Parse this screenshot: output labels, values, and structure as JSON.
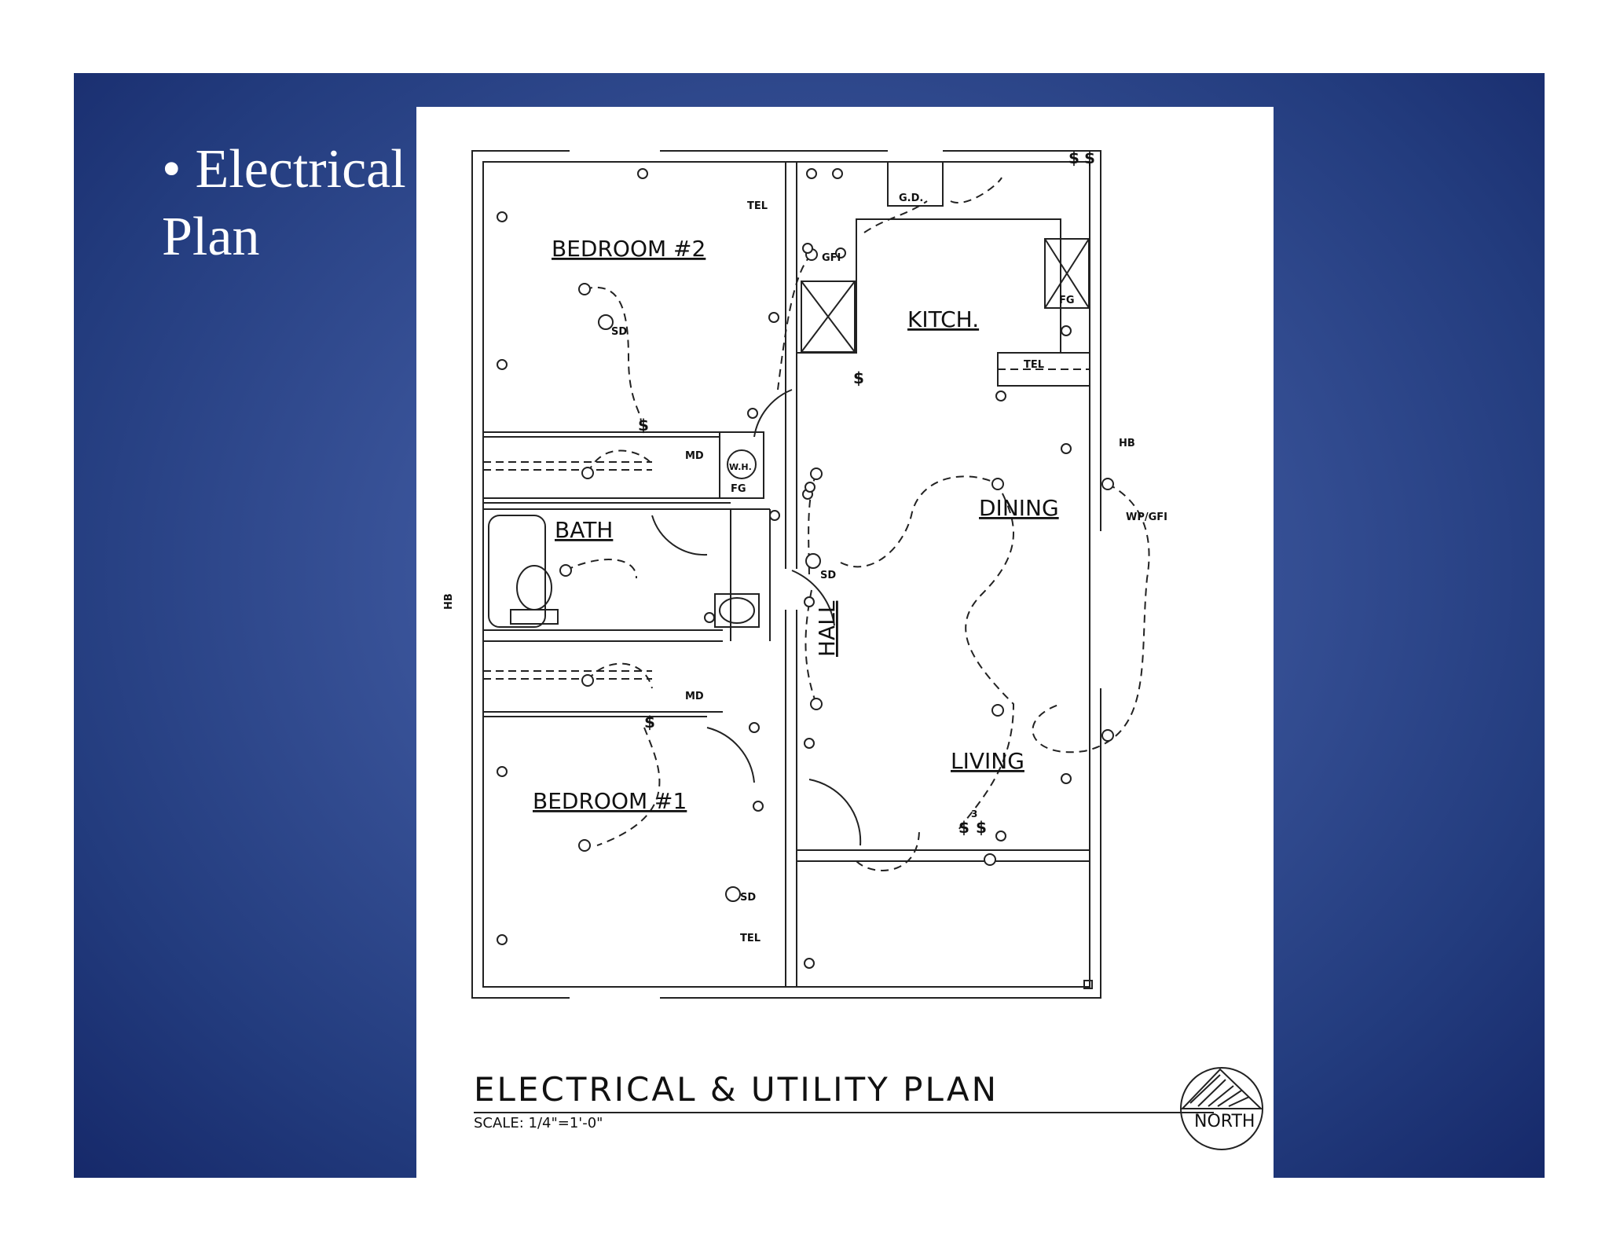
{
  "slide": {
    "bullet_symbol": "•",
    "bullet_text_line1": "Electrical",
    "bullet_text_line2": "Plan",
    "colors": {
      "background_center": "#4a67ad",
      "background_edge": "#16296a",
      "text": "#ffffff",
      "sheet": "#ffffff"
    }
  },
  "plan": {
    "rooms": {
      "bedroom2": "BEDROOM #2",
      "kitchen": "KITCH.",
      "dining": "DINING",
      "bath": "BATH",
      "hall": "HALL",
      "living": "LIVING",
      "bedroom1": "BEDROOM #1"
    },
    "labels": {
      "tel": "TEL",
      "gfi": "GFI",
      "sd": "SD",
      "md": "MD",
      "gd": "G.D.",
      "fg": "FG",
      "wh": "W.H.",
      "hb": "HB",
      "wp_gfi": "WP/GFI",
      "switch": "$",
      "switch3": "3"
    },
    "title": "ELECTRICAL & UTILITY PLAN",
    "scale": "SCALE: 1/4\"=1'-0\"",
    "north": "NORTH"
  }
}
